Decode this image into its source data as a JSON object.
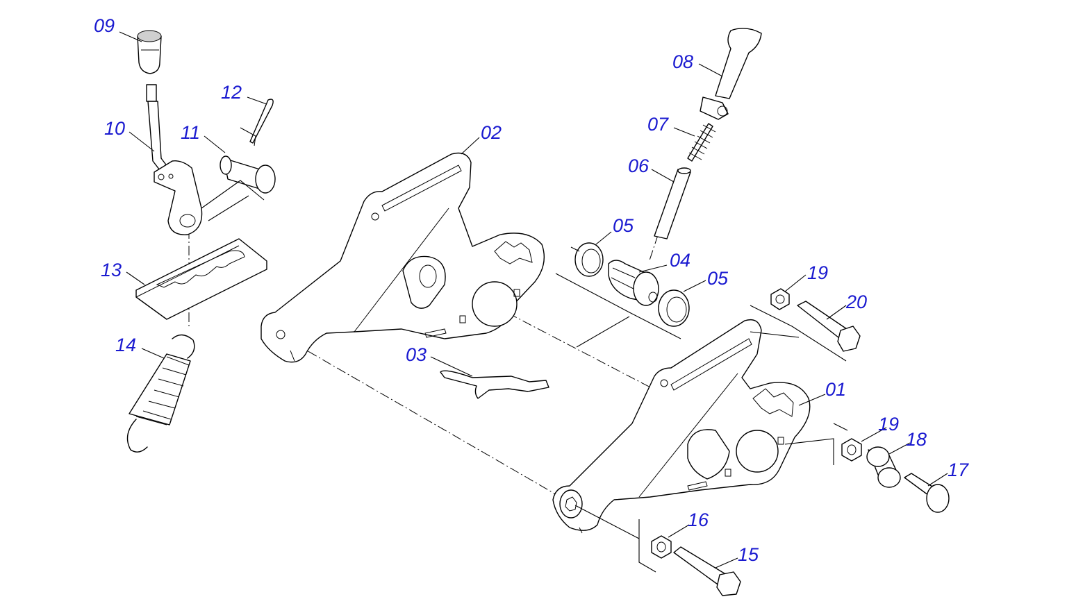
{
  "diagram": {
    "label_color": "#1a1ad0",
    "line_color": "#000000",
    "background": "#ffffff",
    "parts": [
      {
        "id": "p01",
        "number": "01"
      },
      {
        "id": "p02",
        "number": "02"
      },
      {
        "id": "p03",
        "number": "03"
      },
      {
        "id": "p04",
        "number": "04"
      },
      {
        "id": "p05a",
        "number": "05"
      },
      {
        "id": "p05b",
        "number": "05"
      },
      {
        "id": "p06",
        "number": "06"
      },
      {
        "id": "p07",
        "number": "07"
      },
      {
        "id": "p08",
        "number": "08"
      },
      {
        "id": "p09",
        "number": "09"
      },
      {
        "id": "p10",
        "number": "10"
      },
      {
        "id": "p11",
        "number": "11"
      },
      {
        "id": "p12",
        "number": "12"
      },
      {
        "id": "p13",
        "number": "13"
      },
      {
        "id": "p14",
        "number": "14"
      },
      {
        "id": "p15",
        "number": "15"
      },
      {
        "id": "p16",
        "number": "16"
      },
      {
        "id": "p17",
        "number": "17"
      },
      {
        "id": "p18",
        "number": "18"
      },
      {
        "id": "p19a",
        "number": "19"
      },
      {
        "id": "p19b",
        "number": "19"
      },
      {
        "id": "p20",
        "number": "20"
      }
    ]
  }
}
